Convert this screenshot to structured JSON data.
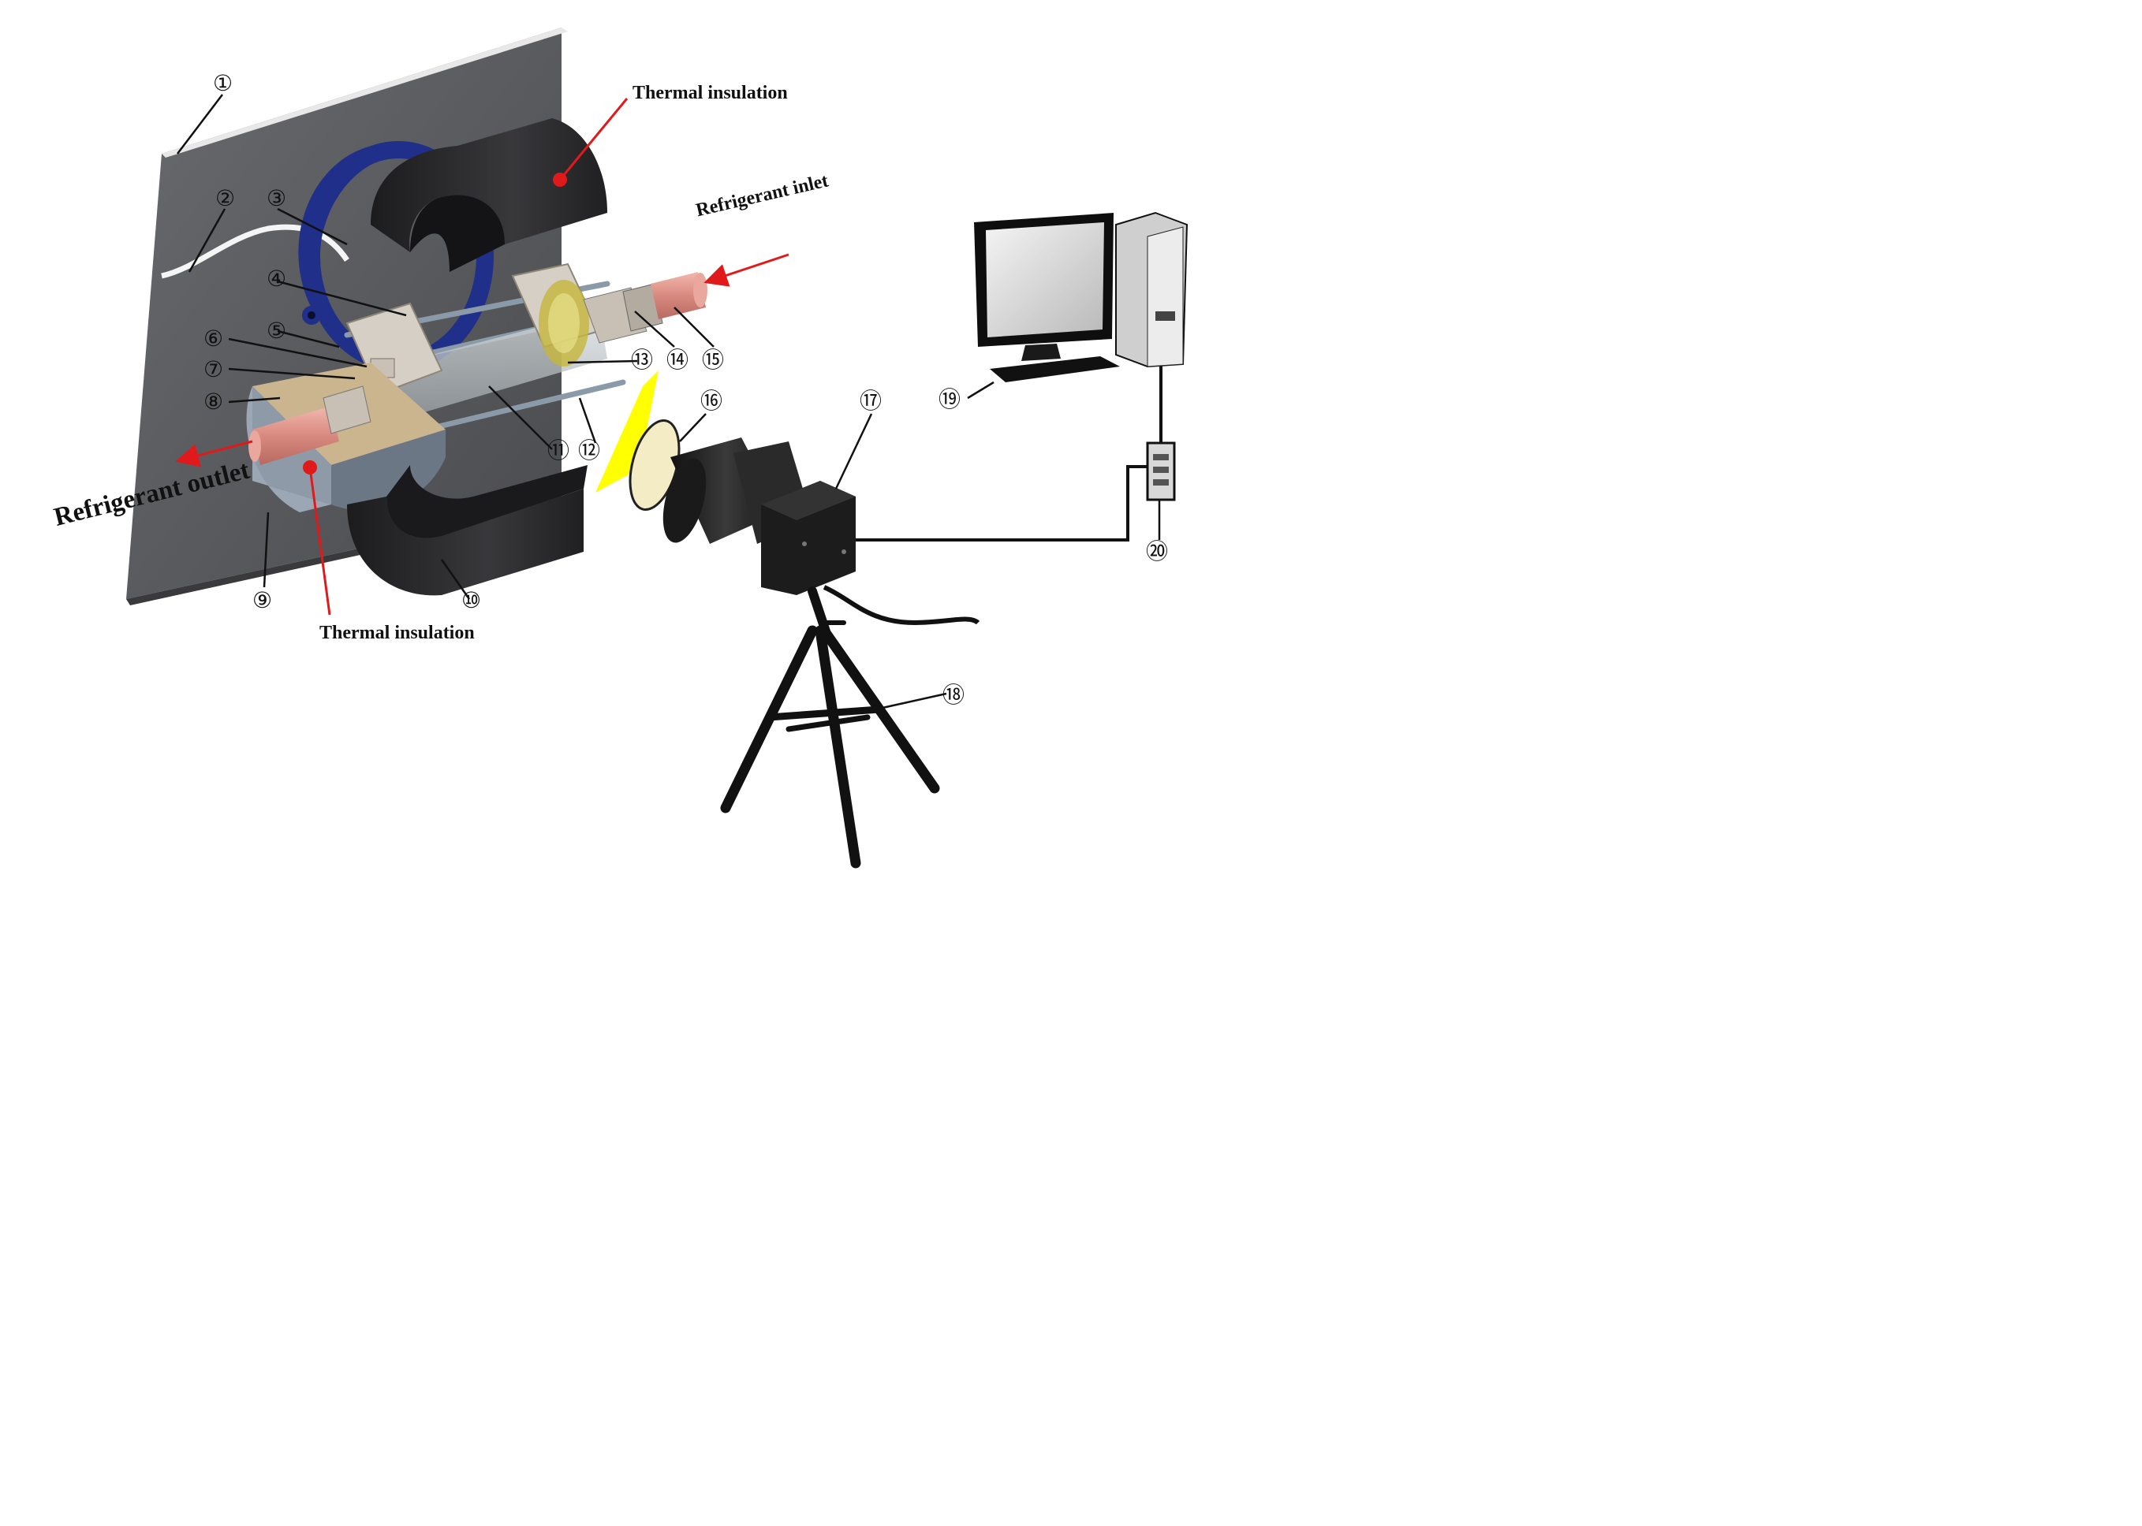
{
  "labels": {
    "thermal_insulation_top": "Thermal insulation",
    "thermal_insulation_bottom": "Thermal insulation",
    "refrigerant_inlet": "Refrigerant inlet",
    "refrigerant_outlet": "Refrigerant outlet"
  },
  "callouts": [
    "①",
    "②",
    "③",
    "④",
    "⑤",
    "⑥",
    "⑦",
    "⑧",
    "⑨",
    "⑩",
    "⑪",
    "⑫",
    "⑬",
    "⑭",
    "⑮",
    "⑯",
    "⑰",
    "⑱",
    "⑲",
    "⑳"
  ],
  "colors": {
    "wall": "#5a5b5e",
    "insulation": "#2c2c2e",
    "flange_blue": "#1f2f8a",
    "pipe": "#d98a80",
    "arrow_red": "#e01a1a",
    "light_beam": "#ffff00",
    "sand": "#cbb58f"
  }
}
